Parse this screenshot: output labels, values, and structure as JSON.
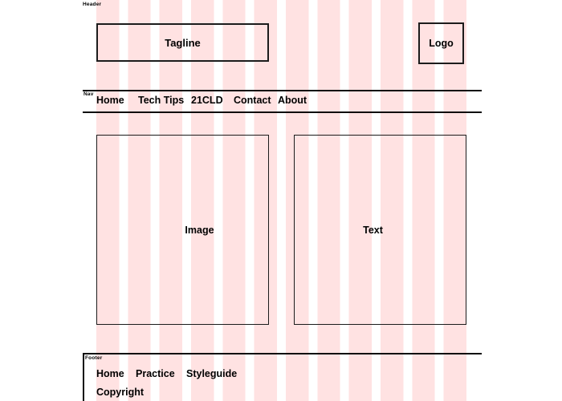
{
  "colors": {
    "grid_pink": "#ffe2e2",
    "border_dark": "#1c1c1c",
    "background": "#ffffff"
  },
  "header": {
    "section_label": "Header",
    "tagline": "Tagline",
    "logo": "Logo"
  },
  "nav": {
    "section_label": "Nav",
    "items": [
      "Home",
      "Tech Tips",
      "21CLD",
      "Contact",
      "About"
    ]
  },
  "main": {
    "image_placeholder": "Image",
    "text_placeholder": "Text"
  },
  "footer": {
    "section_label": "Footer",
    "links": [
      "Home",
      "Practice",
      "Styleguide"
    ],
    "copyright": "Copyright"
  }
}
